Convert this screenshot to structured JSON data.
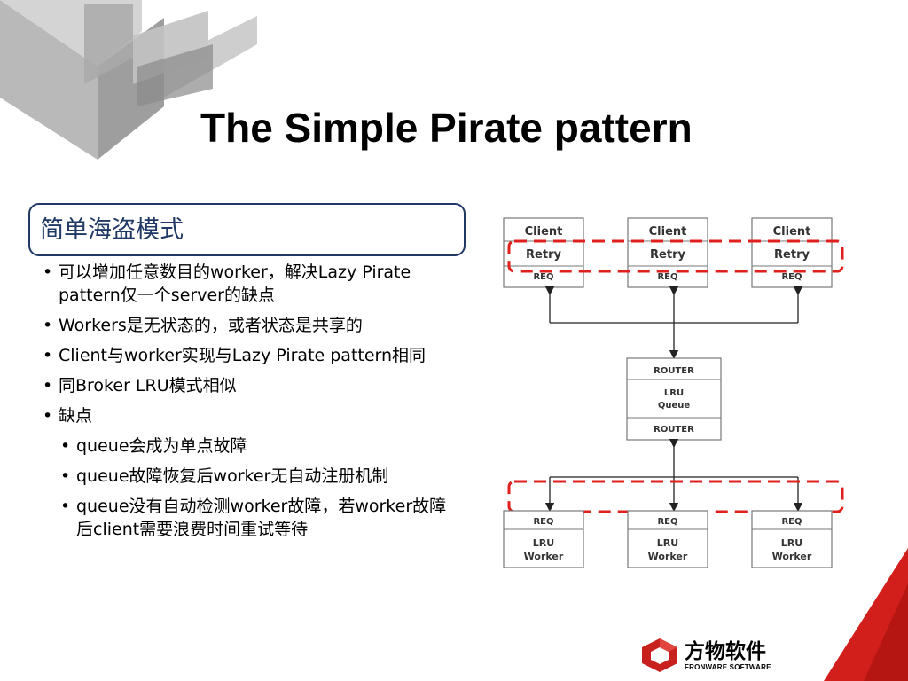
{
  "title": "The Simple Pirate pattern",
  "subtitle": "简单海盗模式",
  "bullets": [
    {
      "level": 1,
      "text": "可以增加任意数目的worker，解决Lazy Pirate pattern仅一个server的缺点"
    },
    {
      "level": 1,
      "text": "Workers是无状态的，或者状态是共享的"
    },
    {
      "level": 1,
      "text": "Client与worker实现与Lazy Pirate pattern相同"
    },
    {
      "level": 1,
      "text": "同Broker LRU模式相似"
    },
    {
      "level": 1,
      "text": "缺点"
    },
    {
      "level": 2,
      "text": "queue会成为单点故障"
    },
    {
      "level": 2,
      "text": "queue故障恢复后worker无自动注册机制"
    },
    {
      "level": 2,
      "text": "queue没有自动检测worker故障，若worker故障后client需要浪费时间重试等待"
    }
  ],
  "bullet_glyph": "•",
  "diagram": {
    "clients": [
      {
        "name": "Client",
        "retry": "Retry",
        "req": "REQ"
      },
      {
        "name": "Client",
        "retry": "Retry",
        "req": "REQ"
      },
      {
        "name": "Client",
        "retry": "Retry",
        "req": "REQ"
      }
    ],
    "broker": {
      "top": "ROUTER",
      "middle_line1": "LRU",
      "middle_line2": "Queue",
      "bottom": "ROUTER"
    },
    "workers": [
      {
        "req": "REQ",
        "line1": "LRU",
        "line2": "Worker"
      },
      {
        "req": "REQ",
        "line1": "LRU",
        "line2": "Worker"
      },
      {
        "req": "REQ",
        "line1": "LRU",
        "line2": "Worker"
      }
    ],
    "highlight_color": "#e0201c"
  },
  "logo": {
    "cn": "方物软件",
    "en": "FRONWARE SOFTWARE",
    "color": "#c8201c"
  },
  "colors": {
    "subtitle_border": "#1f3864",
    "subtitle_text": "#1f3864",
    "deco_gray": "#9a9a9a",
    "deco_red": "#c8201c"
  }
}
